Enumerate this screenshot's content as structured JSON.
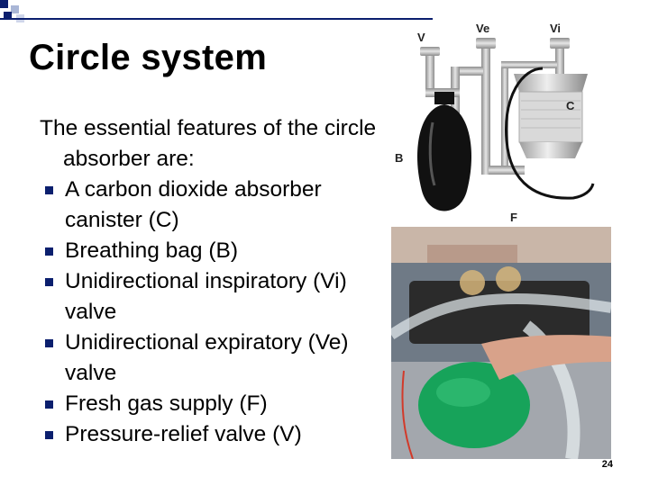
{
  "slide": {
    "title": "Circle system",
    "intro": "The essential features of the circle absorber are:",
    "bullets": [
      "A carbon dioxide absorber canister (C)",
      "Breathing bag (B)",
      "Unidirectional inspiratory (Vi) valve",
      "Unidirectional expiratory (Ve) valve",
      "Fresh gas supply (F)",
      "Pressure-relief valve (V)"
    ],
    "slide_number": "24"
  },
  "diagram": {
    "labels": {
      "v": "V",
      "ve": "Ve",
      "vi": "Vi",
      "c": "C",
      "b": "B",
      "f": "F"
    }
  },
  "colors": {
    "accent": "#0b1f6e",
    "bag_black": "#111111",
    "pipe_gray": "#b9b9b9",
    "bag_green": "#17a35a"
  }
}
